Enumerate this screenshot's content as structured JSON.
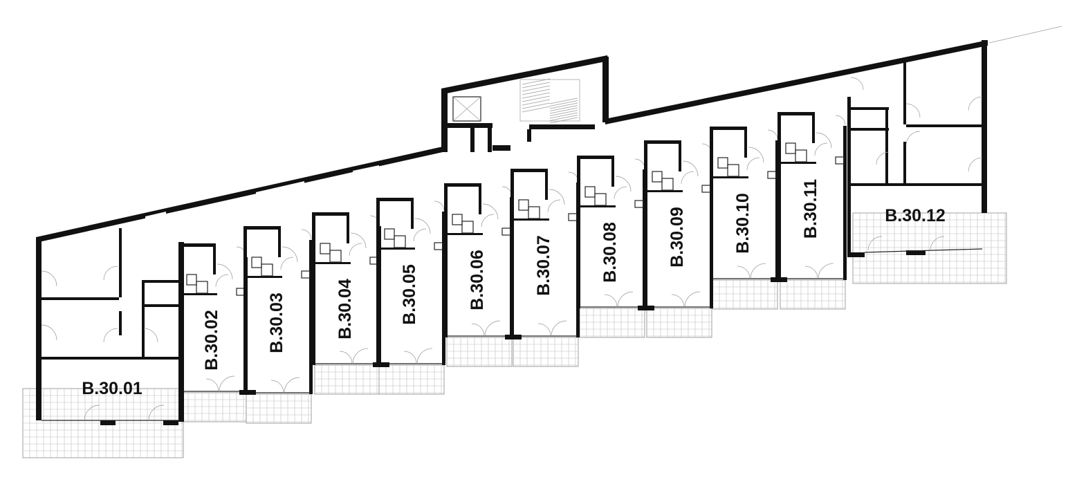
{
  "plan": {
    "units": [
      {
        "id": "B.30.01",
        "orient": "h"
      },
      {
        "id": "B.30.02",
        "orient": "v"
      },
      {
        "id": "B.30.03",
        "orient": "v"
      },
      {
        "id": "B.30.04",
        "orient": "v"
      },
      {
        "id": "B.30.05",
        "orient": "v"
      },
      {
        "id": "B.30.06",
        "orient": "v"
      },
      {
        "id": "B.30.07",
        "orient": "v"
      },
      {
        "id": "B.30.08",
        "orient": "v"
      },
      {
        "id": "B.30.09",
        "orient": "v"
      },
      {
        "id": "B.30.10",
        "orient": "v"
      },
      {
        "id": "B.30.11",
        "orient": "v"
      },
      {
        "id": "B.30.12",
        "orient": "h"
      }
    ]
  }
}
